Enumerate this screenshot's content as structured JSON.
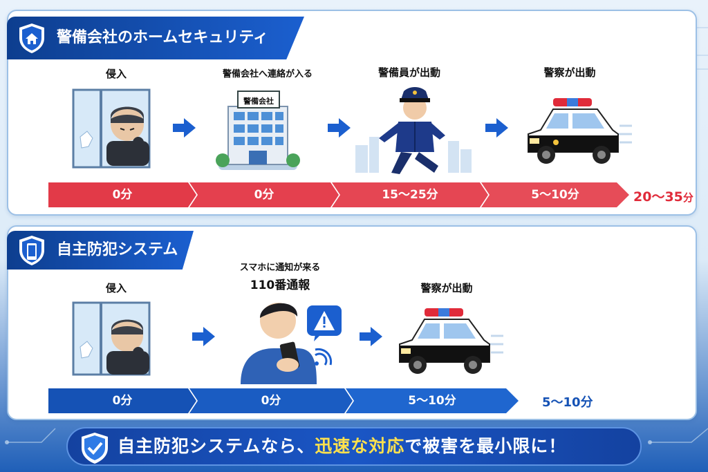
{
  "section_home": {
    "title": "警備会社のホームセキュリティ",
    "steps": [
      {
        "label": "侵入"
      },
      {
        "label": "警備会社へ連絡が入る",
        "building_sign": "警備会社"
      },
      {
        "label": "警備員が出動"
      },
      {
        "label": "警察が出動"
      }
    ],
    "timeline": [
      "0分",
      "0分",
      "15〜25分",
      "5〜10分"
    ],
    "total_value": "20〜35",
    "total_unit": "分"
  },
  "section_self": {
    "title": "自主防犯システム",
    "steps": [
      {
        "label": "侵入"
      },
      {
        "label_top": "スマホに通知が来る",
        "label": "110番通報"
      },
      {
        "label": "警察が出動"
      }
    ],
    "timeline": [
      "0分",
      "0分",
      "5〜10分"
    ],
    "total": "5〜10分"
  },
  "bottom_message": {
    "before": "自主防犯システムなら、",
    "highlight": "迅速な対応",
    "after": "で被害を最小限に！"
  },
  "colors": {
    "red": "#e02b3a",
    "blue": "#1552b5",
    "banner_navy": "#0d3e8f",
    "highlight_yellow": "#ffe14d"
  },
  "icons": [
    "house-shield-icon",
    "phone-shield-icon",
    "arrow-right-icon",
    "warning-icon",
    "wifi-icon",
    "check-shield-icon"
  ]
}
